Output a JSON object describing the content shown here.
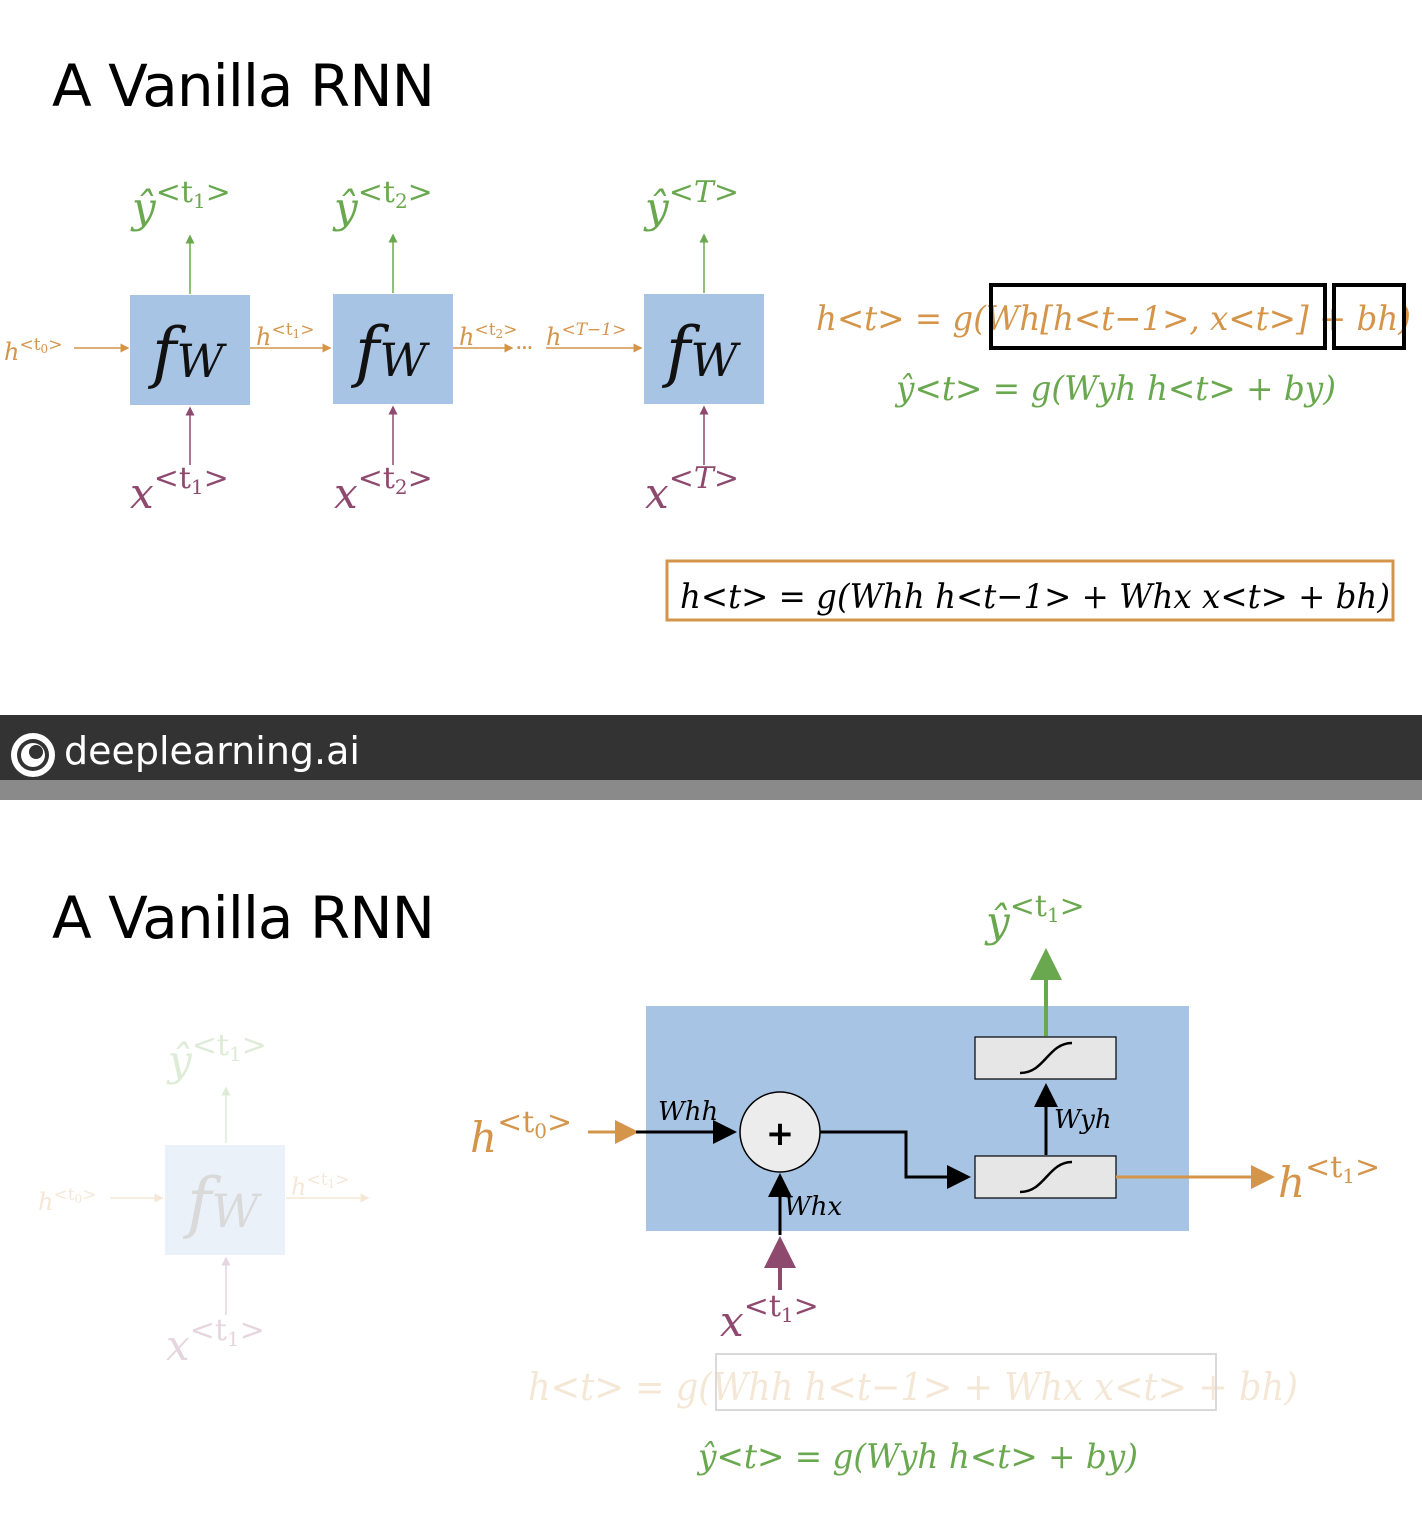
{
  "slides": [
    {
      "title": "A Vanilla RNN"
    },
    {
      "title": "A Vanilla RNN"
    }
  ],
  "brand": {
    "name": "deeplearning.ai",
    "icon": "deeplearning-logo-icon"
  },
  "colors": {
    "hidden": "#d4954a",
    "output": "#6aa84f",
    "input": "#8e4a6e",
    "cell_fill": "#a7c4e5",
    "highlight_border": "#d4954a"
  },
  "unrolled": {
    "cell_label": "f",
    "cell_label_sub": "W",
    "ellipsis": "...",
    "inputs": [
      {
        "base": "x",
        "sup": "<t",
        "sub": "1",
        "close": ">"
      },
      {
        "base": "x",
        "sup": "<t",
        "sub": "2",
        "close": ">"
      },
      {
        "base": "x",
        "sup": "<T>",
        "sub": "",
        "close": ""
      }
    ],
    "outputs": [
      {
        "base": "ŷ",
        "sup": "<t",
        "sub": "1",
        "close": ">"
      },
      {
        "base": "ŷ",
        "sup": "<t",
        "sub": "2",
        "close": ">"
      },
      {
        "base": "ŷ",
        "sup": "<T>",
        "sub": "",
        "close": ""
      }
    ],
    "hidden": [
      {
        "base": "h",
        "sup": "<t",
        "sub": "0",
        "close": ">"
      },
      {
        "base": "h",
        "sup": "<t",
        "sub": "1",
        "close": ">"
      },
      {
        "base": "h",
        "sup": "<t",
        "sub": "2",
        "close": ">"
      },
      {
        "base": "h",
        "sup": "<T−1>",
        "sub": "",
        "close": ""
      }
    ]
  },
  "equations": {
    "hidden_concat": "h<t> = g(Wh[h<t−1>, x<t>] + bh)",
    "output": "ŷ<t> = g(Wyh h<t> + by)",
    "hidden_split": "h<t> = g(Whh h<t−1> + Whx x<t> + bh)"
  },
  "cell_detail": {
    "plus_symbol": "+",
    "weight_hh": "Whh",
    "weight_hx": "Whx",
    "weight_yh": "Wyh",
    "input_label": "x<t1>",
    "hidden_in_label": "h<t0>",
    "hidden_out_label": "h<t1>",
    "output_label": "ŷ<t1>"
  }
}
